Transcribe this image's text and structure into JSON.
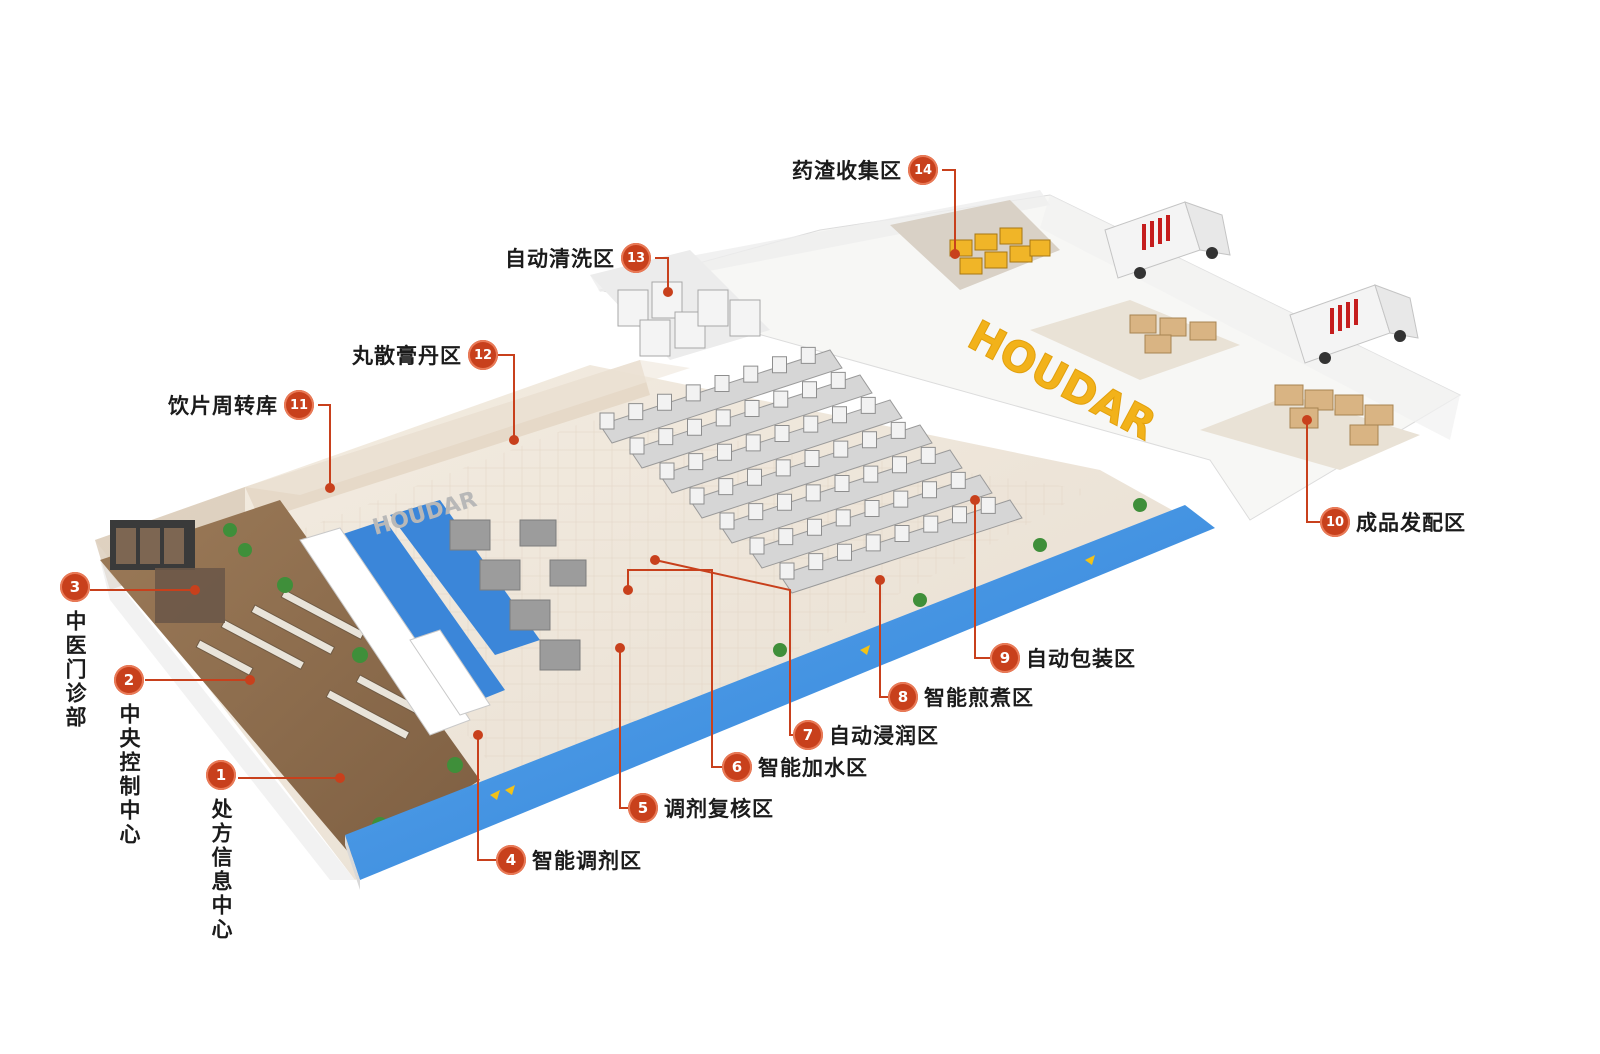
{
  "brand": {
    "logo_text": "HOUDAR",
    "accent": "#f2b21a",
    "callout_color": "#c8401c",
    "road_color": "#3d8fe0"
  },
  "zones": [
    {
      "num": "1",
      "label": "处方信息中心"
    },
    {
      "num": "2",
      "label": "中央控制中心"
    },
    {
      "num": "3",
      "label": "中医门诊部"
    },
    {
      "num": "4",
      "label": "智能调剂区"
    },
    {
      "num": "5",
      "label": "调剂复核区"
    },
    {
      "num": "6",
      "label": "智能加水区"
    },
    {
      "num": "7",
      "label": "自动浸润区"
    },
    {
      "num": "8",
      "label": "智能煎煮区"
    },
    {
      "num": "9",
      "label": "自动包装区"
    },
    {
      "num": "10",
      "label": "成品发配区"
    },
    {
      "num": "11",
      "label": "饮片周转库"
    },
    {
      "num": "12",
      "label": "丸散膏丹区"
    },
    {
      "num": "13",
      "label": "自动清洗区"
    },
    {
      "num": "14",
      "label": "药渣收集区"
    }
  ]
}
